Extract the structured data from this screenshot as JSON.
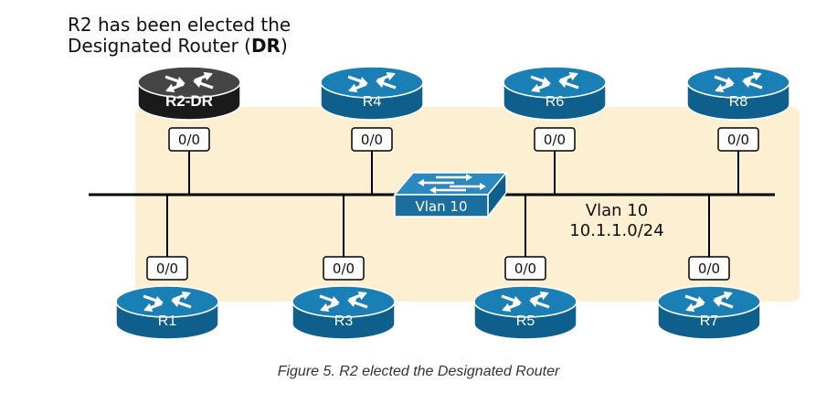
{
  "heading": {
    "line1": "R2 has been elected the",
    "line2_prefix": "Designated Router (",
    "line2_bold": "DR",
    "line2_suffix": ")"
  },
  "routers": [
    {
      "name": "R2-DR",
      "interface": "0/0",
      "role": "dr",
      "row": "top"
    },
    {
      "name": "R4",
      "interface": "0/0",
      "role": "normal",
      "row": "top"
    },
    {
      "name": "R6",
      "interface": "0/0",
      "role": "normal",
      "row": "top"
    },
    {
      "name": "R8",
      "interface": "0/0",
      "role": "normal",
      "row": "top"
    },
    {
      "name": "R1",
      "interface": "0/0",
      "role": "normal",
      "row": "bottom"
    },
    {
      "name": "R3",
      "interface": "0/0",
      "role": "normal",
      "row": "bottom"
    },
    {
      "name": "R5",
      "interface": "0/0",
      "role": "normal",
      "row": "bottom"
    },
    {
      "name": "R7",
      "interface": "0/0",
      "role": "normal",
      "row": "bottom"
    }
  ],
  "switch": {
    "label": "Vlan 10"
  },
  "segment": {
    "vlan": "Vlan 10",
    "subnet": "10.1.1.0/24"
  },
  "colors": {
    "router_blue": "#1a7fb5",
    "router_dark": "#0f5f8c",
    "dr_top": "#444444",
    "dr_side": "#1a1a1a",
    "background": "#fdf0d2"
  },
  "caption": "Figure 5. R2 elected the Designated Router"
}
